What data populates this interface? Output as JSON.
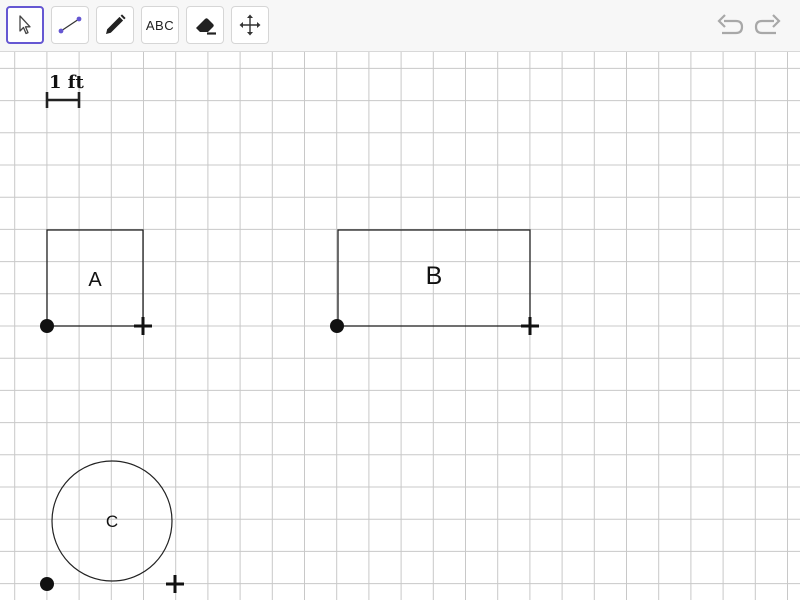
{
  "toolbar": {
    "tools": [
      {
        "name": "move",
        "icon": "pointer-arrow-icon",
        "active": true
      },
      {
        "name": "segment",
        "icon": "segment-icon",
        "active": false
      },
      {
        "name": "pen",
        "icon": "pen-icon",
        "active": false
      },
      {
        "name": "text",
        "icon": "text-tool-icon",
        "label": "ABC",
        "active": false
      },
      {
        "name": "eraser",
        "icon": "eraser-icon",
        "active": false
      },
      {
        "name": "move-view",
        "icon": "move-arrows-icon",
        "active": false
      }
    ],
    "undo_icon": "undo-icon",
    "redo_icon": "redo-icon",
    "accent_color": "#6557d2"
  },
  "canvas": {
    "scale_label": "1 ft",
    "shapes": [
      {
        "type": "rectangle",
        "label": "A"
      },
      {
        "type": "rectangle",
        "label": "B"
      },
      {
        "type": "circle",
        "label": "C"
      }
    ],
    "grid_color": "#c8c8c8"
  }
}
